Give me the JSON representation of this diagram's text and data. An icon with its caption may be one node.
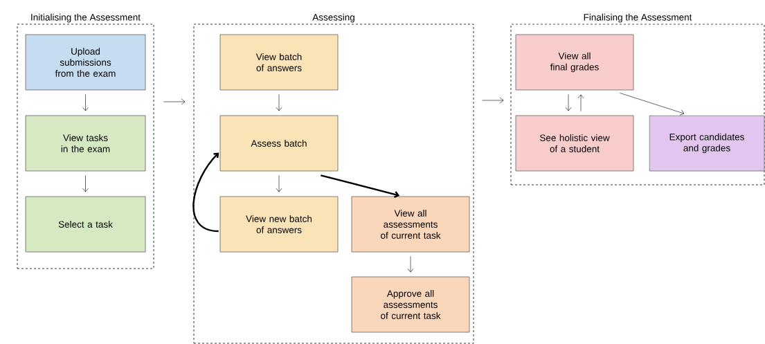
{
  "diagram": {
    "nodes": [
      {
        "text": [
          "Initialising the Assessment"
        ]
      },
      {
        "text": [
          "Assessing"
        ]
      },
      {
        "text": [
          "Finalising the Assessment"
        ]
      },
      {
        "text": [
          "Upload submissions from the exam"
        ],
        "in": 0
      },
      {
        "text": [
          "View tasks in the exam"
        ],
        "in": 0
      },
      {
        "text": [
          "Select a task"
        ],
        "in": 0
      },
      {
        "text": [
          "View batch of answers"
        ],
        "in": 1
      },
      {
        "text": [
          "Assess batch"
        ],
        "in": 1
      },
      {
        "text": [
          "View new batch of answers"
        ],
        "in": 1
      },
      {
        "text": [
          "View all assessments of current task"
        ],
        "in": 1
      },
      {
        "text": [
          "Approve all assessments of current task"
        ],
        "in": 1
      },
      {
        "text": [
          "View all final grades"
        ],
        "in": 2
      },
      {
        "text": [
          "See holistic view of a student"
        ],
        "in": 2
      },
      {
        "text": [
          "Export candidates and grades"
        ],
        "in": 2
      }
    ],
    "edges": [
      {
        "from": 3,
        "to": 4,
        "arrow": "to"
      },
      {
        "from": 4,
        "to": 5,
        "arrow": "to"
      },
      {
        "from": 0,
        "to": 1,
        "arrow": "to"
      },
      {
        "from": 6,
        "to": 7,
        "arrow": "to"
      },
      {
        "from": 7,
        "to": 8,
        "arrow": "to"
      },
      {
        "from": 8,
        "to": 7,
        "arrow": "to",
        "style": "thick"
      },
      {
        "from": 7,
        "to": 9,
        "arrow": "to",
        "style": "thick"
      },
      {
        "from": 9,
        "to": 10,
        "arrow": "to"
      },
      {
        "from": 1,
        "to": 2,
        "arrow": "to"
      },
      {
        "from": 11,
        "to": 12,
        "arrow": "to"
      },
      {
        "from": 12,
        "to": 11,
        "arrow": "to"
      },
      {
        "from": 11,
        "to": 13,
        "arrow": "to"
      }
    ]
  }
}
